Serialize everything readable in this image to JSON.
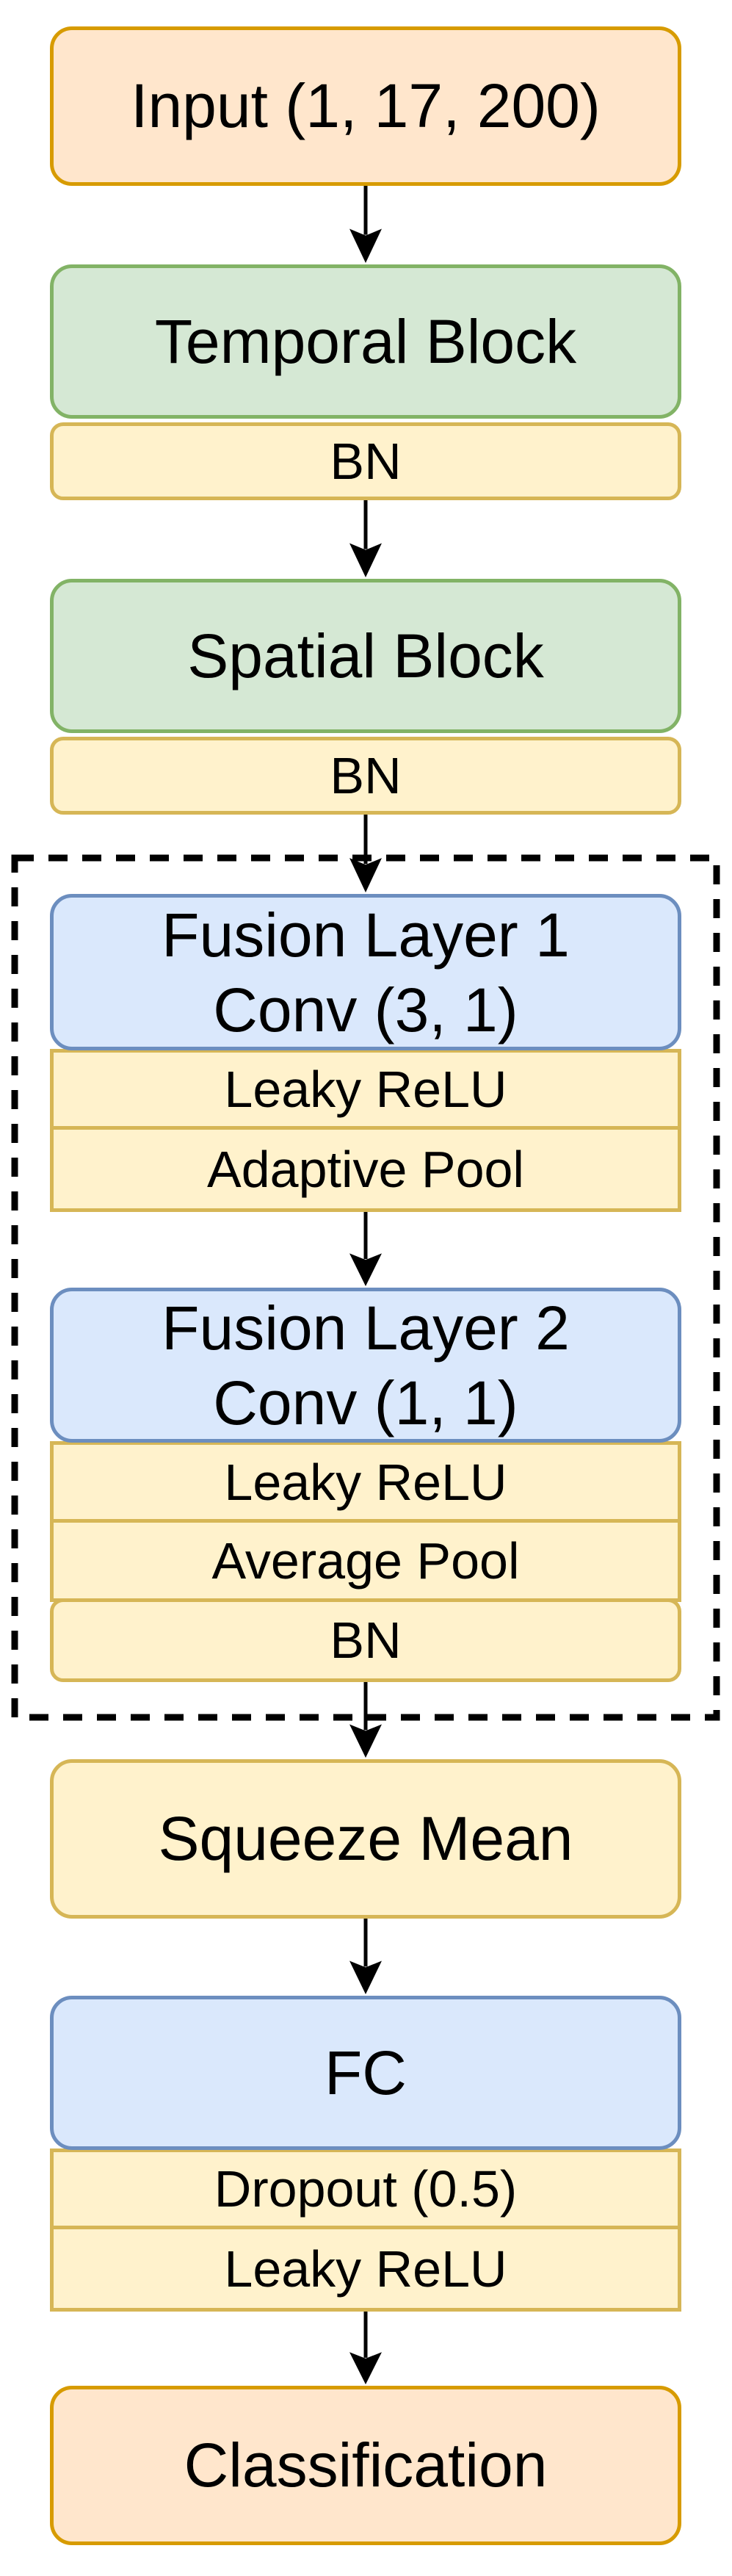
{
  "diagram": {
    "kind": "neural-network-architecture-flowchart",
    "nodes": {
      "input": "Input (1, 17, 200)",
      "temporal_block": "Temporal Block",
      "bn_1": "BN",
      "spatial_block": "Spatial Block",
      "bn_2": "BN",
      "fusion_layer_1": {
        "line1": "Fusion Layer 1",
        "line2": "Conv (3, 1)"
      },
      "leaky_relu_1": "Leaky ReLU",
      "adaptive_pool": "Adaptive Pool",
      "fusion_layer_2": {
        "line1": "Fusion Layer 2",
        "line2": "Conv (1, 1)"
      },
      "leaky_relu_2": "Leaky ReLU",
      "average_pool": "Average Pool",
      "bn_3": "BN",
      "squeeze_mean": "Squeeze Mean",
      "fc": "FC",
      "dropout": "Dropout (0.5)",
      "leaky_relu_3": "Leaky ReLU",
      "classification": "Classification"
    },
    "colors": {
      "input_fill": "#FFE6CC",
      "input_stroke": "#D79B00",
      "block_fill": "#D5E8D4",
      "block_stroke": "#82B366",
      "op_fill": "#FFF2CC",
      "op_stroke": "#D6B656",
      "layer_fill": "#DAE8FC",
      "layer_stroke": "#6C8EBF",
      "arrow": "#000000"
    }
  }
}
